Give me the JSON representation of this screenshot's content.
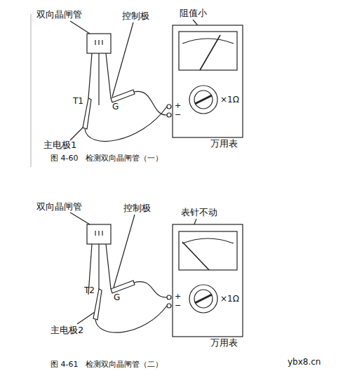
{
  "diagram": {
    "labels": [
      "双向晶闸管",
      "控制极",
      "阻值小",
      "T1",
      "G",
      "+",
      "−",
      "×1Ω",
      "主电极1",
      "万用表",
      "图 4-60　检测双向晶闸管（一）",
      "双向晶闸管",
      "控制极",
      "表针不动",
      "T2",
      "G",
      "+",
      "−",
      "×1Ω",
      "主电极2",
      "万用表",
      "图 4-61　检测双向晶闸管（二）",
      "ybx8.cn"
    ]
  }
}
